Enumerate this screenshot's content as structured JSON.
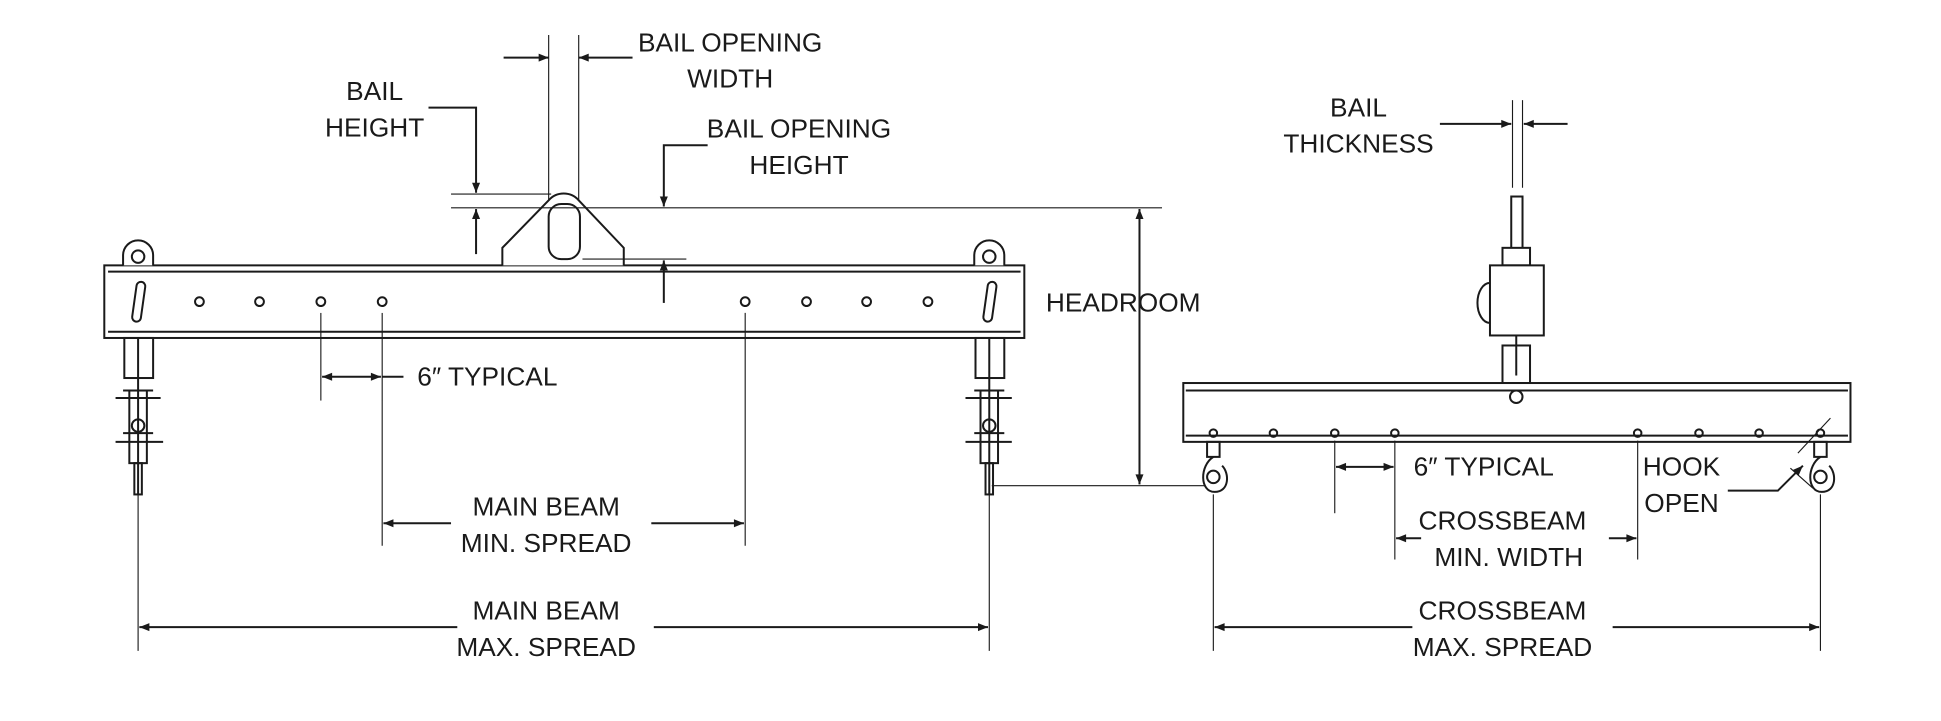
{
  "labels": {
    "bail_opening_width": [
      "BAIL OPENING",
      "WIDTH"
    ],
    "bail_height": [
      "BAIL",
      "HEIGHT"
    ],
    "bail_opening_height": [
      "BAIL OPENING",
      "HEIGHT"
    ],
    "headroom": "HEADROOM",
    "typical_left": "6″ TYPICAL",
    "main_beam_min_spread": [
      "MAIN BEAM",
      "MIN. SPREAD"
    ],
    "main_beam_max_spread": [
      "MAIN BEAM",
      "MAX. SPREAD"
    ],
    "bail_thickness": [
      "BAIL",
      "THICKNESS"
    ],
    "typical_right": "6″ TYPICAL",
    "hook_open": [
      "HOOK",
      "OPEN"
    ],
    "crossbeam_min_width": [
      "CROSSBEAM",
      "MIN. WIDTH"
    ],
    "crossbeam_max_spread": [
      "CROSSBEAM",
      "MAX. SPREAD"
    ]
  }
}
